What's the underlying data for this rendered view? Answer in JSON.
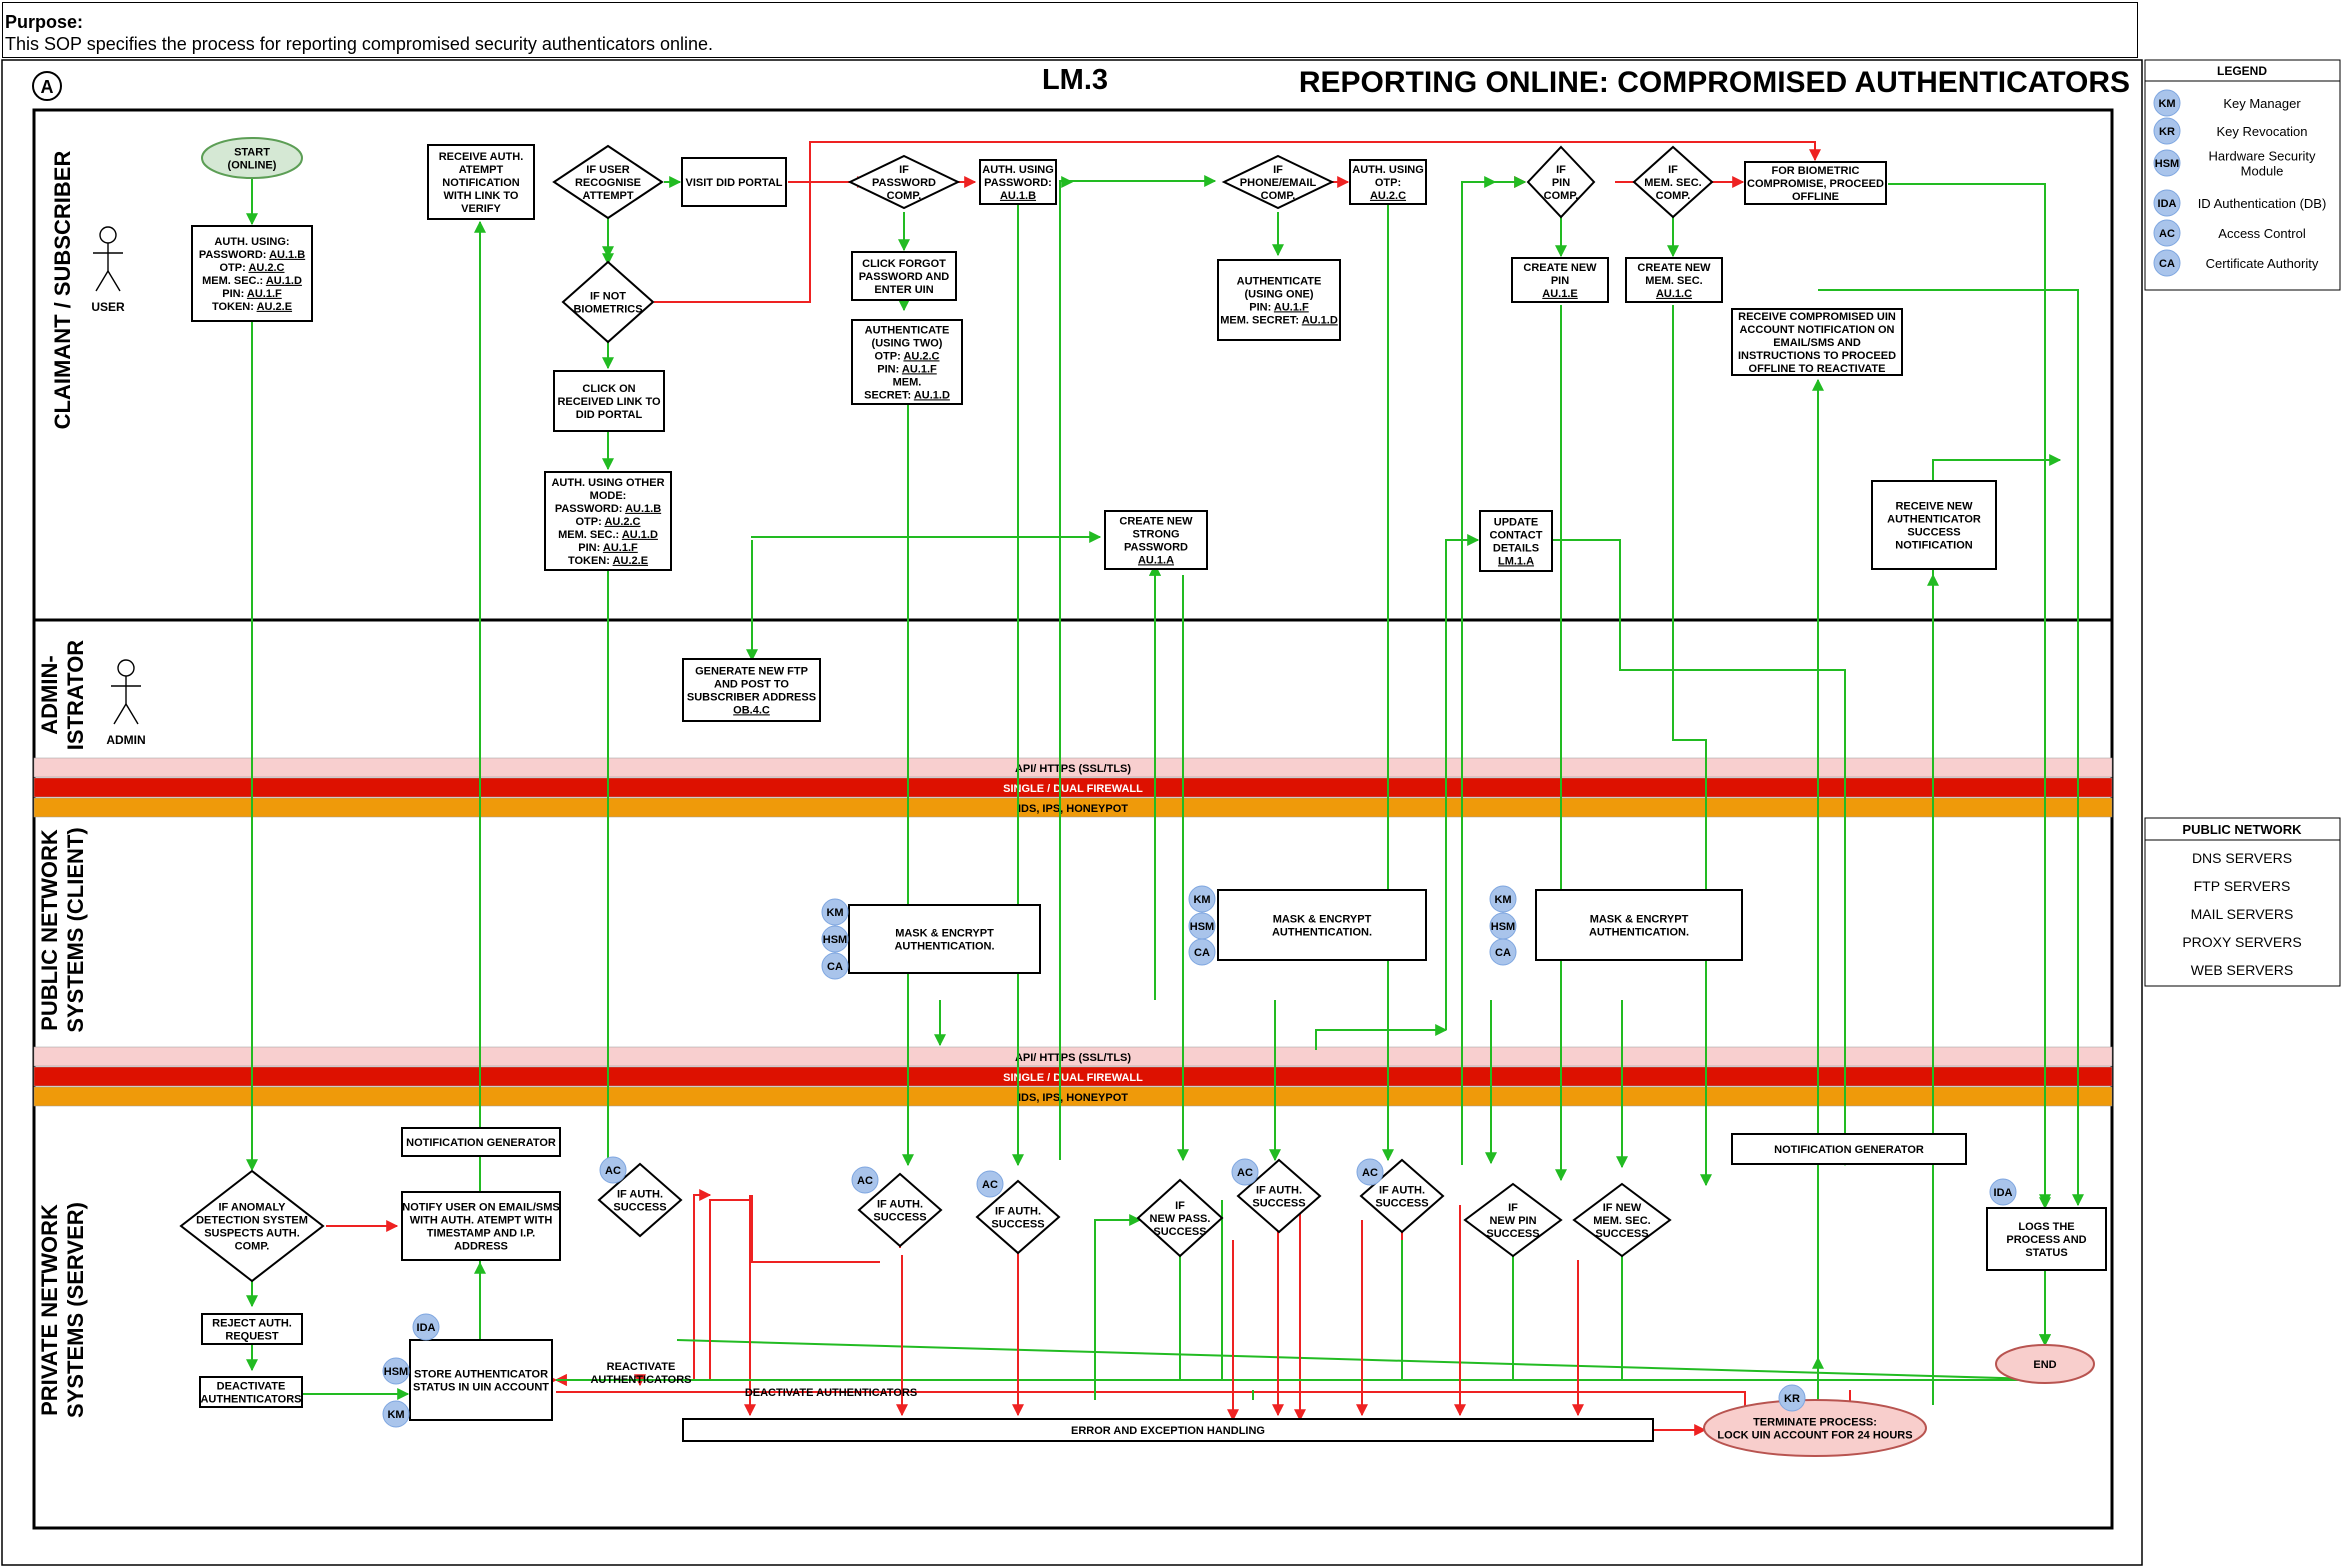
{
  "purpose": {
    "heading": "Purpose:",
    "text": "This SOP specifies the process for reporting compromised security authenticators online."
  },
  "page_marker": "A",
  "code": "LM.3",
  "title": "REPORTING ONLINE: COMPROMISED AUTHENTICATORS",
  "lanes": {
    "claimant": [
      "CLAIMANT / SUBSCRIBER"
    ],
    "admin": [
      "ADMIN-",
      "ISTRATOR"
    ],
    "public": [
      "PUBLIC NETWORK",
      "SYSTEMS (CLIENT)"
    ],
    "private": [
      "PRIVATE NETWORK",
      "SYSTEMS (SERVER)"
    ]
  },
  "actors": {
    "user": "USER",
    "admin": "ADMIN"
  },
  "bands": {
    "api": "API/ HTTPS (SSL/TLS)",
    "firewall": "SINGLE / DUAL FIREWALL",
    "ids": "IDS, IPS, HONEYPOT"
  },
  "colors": {
    "flow_green": "#22bb22",
    "flow_red": "#ee2222",
    "api_band": "#f8cfcf",
    "firewall_band": "#dd1100",
    "ids_band": "#ef9a0a",
    "badge": "#a9c4eb",
    "start_fill": "#d5e8d4",
    "end_fill": "#f8cecc"
  },
  "nodes": {
    "start": [
      "START",
      "(ONLINE)"
    ],
    "auth_using": [
      "AUTH. USING:",
      "PASSWORD: AU.1.B",
      "OTP: AU.2.C",
      "MEM. SEC.: AU.1.D",
      "PIN: AU.1.F",
      "TOKEN: AU.2.E"
    ],
    "receive_notification": [
      "RECEIVE AUTH.",
      "ATEMPT",
      "NOTIFICATION",
      "WITH LINK TO",
      "VERIFY"
    ],
    "if_user_recognise": [
      "IF USER",
      "RECOGNISE",
      "ATTEMPT"
    ],
    "visit_did": [
      "VISIT DID PORTAL"
    ],
    "if_not_bio": [
      "IF NOT",
      "BIOMETRICS"
    ],
    "click_link": [
      "CLICK ON",
      "RECEIVED LINK TO",
      "DID PORTAL"
    ],
    "auth_other": [
      "AUTH. USING OTHER",
      "MODE:",
      "PASSWORD: AU.1.B",
      "OTP: AU.2.C",
      "MEM. SEC.: AU.1.D",
      "PIN: AU.1.F",
      "TOKEN: AU.2.E"
    ],
    "if_password": [
      "IF",
      "PASSWORD",
      "COMP."
    ],
    "auth_password": [
      "AUTH. USING",
      "PASSWORD:",
      "AU.1.B"
    ],
    "click_forgot": [
      "CLICK FORGOT",
      "PASSWORD AND",
      "ENTER UIN"
    ],
    "auth_two": [
      "AUTHENTICATE",
      "(USING TWO)",
      "OTP: AU.2.C",
      "PIN: AU.1.F",
      "MEM.",
      "SECRET: AU.1.D"
    ],
    "if_phone": [
      "IF",
      "PHONE/EMAIL",
      "COMP."
    ],
    "auth_otp": [
      "AUTH. USING",
      "OTP:",
      "AU.2.C"
    ],
    "auth_one": [
      "AUTHENTICATE",
      "(USING ONE)",
      "PIN: AU.1.F",
      "MEM. SECRET: AU.1.D"
    ],
    "create_password": [
      "CREATE NEW",
      "STRONG",
      "PASSWORD",
      "AU.1.A"
    ],
    "if_pin": [
      "IF",
      "PIN",
      "COMP."
    ],
    "if_mem": [
      "IF",
      "MEM. SEC.",
      "COMP."
    ],
    "for_bio": [
      "FOR BIOMETRIC",
      "COMPROMISE, PROCEED",
      "OFFLINE"
    ],
    "create_pin": [
      "CREATE NEW",
      "PIN",
      "AU.1.E"
    ],
    "create_mem": [
      "CREATE NEW",
      "MEM. SEC.",
      "AU.1.C"
    ],
    "receive_uin": [
      "RECEIVE COMPROMISED UIN",
      "ACCOUNT NOTIFICATION ON",
      "EMAIL/SMS AND",
      "INSTRUCTIONS TO PROCEED",
      "OFFLINE TO REACTIVATE"
    ],
    "update_contact": [
      "UPDATE",
      "CONTACT",
      "DETAILS",
      "LM.1.A"
    ],
    "receive_success": [
      "RECEIVE NEW",
      "AUTHENTICATOR",
      "SUCCESS",
      "NOTIFICATION"
    ],
    "generate_ftp": [
      "GENERATE NEW FTP",
      "AND POST TO",
      "SUBSCRIBER ADDRESS",
      "OB.4.C"
    ],
    "mask1": [
      "MASK & ENCRYPT",
      "AUTHENTICATION."
    ],
    "mask2": [
      "MASK & ENCRYPT",
      "AUTHENTICATION."
    ],
    "mask3": [
      "MASK & ENCRYPT",
      "AUTHENTICATION."
    ],
    "if_anomaly": [
      "IF ANOMALY",
      "DETECTION SYSTEM",
      "SUSPECTS AUTH.",
      "COMP."
    ],
    "notif_gen1": [
      "NOTIFICATION GENERATOR"
    ],
    "notify_user": [
      "NOTIFY USER ON EMAIL/SMS",
      "WITH AUTH. ATEMPT WITH",
      "TIMESTAMP AND I.P.",
      "ADDRESS"
    ],
    "if_auth1": [
      "IF AUTH.",
      "SUCCESS"
    ],
    "reject": [
      "REJECT AUTH.",
      "REQUEST"
    ],
    "deactivate": [
      "DEACTIVATE",
      "AUTHENTICATORS"
    ],
    "store_status": [
      "STORE AUTHENTICATOR",
      "STATUS IN UIN ACCOUNT"
    ],
    "if_auth2": [
      "IF AUTH.",
      "SUCCESS"
    ],
    "if_auth3": [
      "IF AUTH.",
      "SUCCESS"
    ],
    "if_newpass": [
      "IF",
      "NEW PASS.",
      "SUCCESS"
    ],
    "if_auth4": [
      "IF AUTH.",
      "SUCCESS"
    ],
    "if_auth5": [
      "IF AUTH.",
      "SUCCESS"
    ],
    "if_newpin": [
      "IF",
      "NEW PIN",
      "SUCCESS"
    ],
    "if_newmem": [
      "IF NEW",
      "MEM. SEC.",
      "SUCCESS"
    ],
    "notif_gen2": [
      "NOTIFICATION GENERATOR"
    ],
    "logs": [
      "LOGS THE",
      "PROCESS AND",
      "STATUS"
    ],
    "end": [
      "END"
    ],
    "error": [
      "ERROR AND EXCEPTION HANDLING"
    ],
    "terminate": [
      "TERMINATE PROCESS:",
      "LOCK UIN ACCOUNT FOR 24 HOURS"
    ]
  },
  "edge_labels": {
    "reactivate": [
      "REACTIVATE",
      "AUTHENTICATORS"
    ],
    "deactivate": "DEACTIVATE AUTHENTICATORS"
  },
  "badges": [
    "KM",
    "KR",
    "HSM",
    "IDA",
    "AC",
    "CA"
  ],
  "legend": {
    "title": "LEGEND",
    "items": [
      {
        "code": "KM",
        "label": [
          "Key Manager"
        ]
      },
      {
        "code": "KR",
        "label": [
          "Key Revocation"
        ]
      },
      {
        "code": "HSM",
        "label": [
          "Hardware Security",
          "Module"
        ]
      },
      {
        "code": "IDA",
        "label": [
          "ID Authentication (DB)"
        ]
      },
      {
        "code": "AC",
        "label": [
          "Access Control"
        ]
      },
      {
        "code": "CA",
        "label": [
          "Certificate Authority"
        ]
      }
    ]
  },
  "public_network": {
    "title": "PUBLIC NETWORK",
    "items": [
      "DNS SERVERS",
      "FTP SERVERS",
      "MAIL SERVERS",
      "PROXY SERVERS",
      "WEB SERVERS"
    ]
  }
}
